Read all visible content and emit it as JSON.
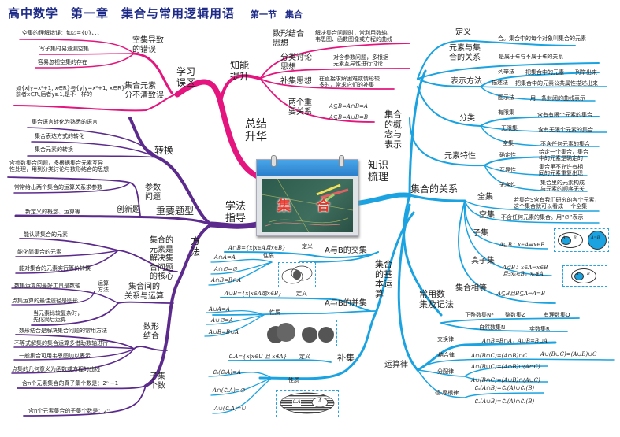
{
  "header": {
    "title": "高中数学　第一章　集合与常用逻辑用语",
    "subtitle": "第一节　集合"
  },
  "center": {
    "word1": "集",
    "word2": "合"
  },
  "colors": {
    "summary": "#e4157e",
    "method": "#5b2a8c",
    "knowledge": "#1aa3e0",
    "title": "#1d2a86"
  },
  "summary": {
    "label": "总结\n升华",
    "mistakes": {
      "label": "学习\n误区",
      "empty_set": {
        "label": "空集导致\n的错误",
        "items": [
          "空集的理解错误：如∅={0}、、、",
          "写子集时易遗漏空集",
          "容易忽视空集的存在"
        ]
      },
      "elements": {
        "label": "集合元素\n分不清致误",
        "item": "如{x|y=x²+1, x∈R}与{y|y=x²+1, x∈R}\n前者x∈R,后者y≥1,是不一样的"
      }
    },
    "ability": {
      "label": "知能\n提升",
      "items": [
        {
          "label": "数形结合\n思想",
          "desc": "解决集合问题时，常利用数轴、\n韦恩图、函数图像或方程的曲线"
        },
        {
          "label": "分类讨论\n思想",
          "desc": "对含参数问题，多根据\n元素互异性进行讨论"
        },
        {
          "label": "补集思想",
          "desc": "在直接求解困难或情形较\n多时，常求它们的补集"
        },
        {
          "label": "两个重\n要关系",
          "desc": "A⊆B⇔A∩B=A",
          "desc2": "A⊆B⇔A∪B=B"
        }
      ]
    }
  },
  "method": {
    "label": "学法\n指导",
    "conversion": {
      "label": "转换",
      "items": [
        "集合语言转化为熟悉的语言",
        "集合表达方式的转化",
        "集合元素的转换"
      ]
    },
    "types": {
      "label": "重要题型",
      "param": {
        "label": "参数\n问题",
        "items": [
          "含参数集合问题，多根据集合元素互异\n性处理，用到分类讨论与数形结合的思想",
          "常常给出两个集合的运算关系求参数"
        ]
      },
      "innovation": {
        "label": "创新题",
        "item": "新定义的概念、运算等"
      }
    },
    "methods": {
      "label": "方\n法",
      "core": {
        "label": "集合的\n元素是\n解决集\n合问题\n的核心",
        "items": [
          "能认清集合的元素",
          "能化简集合的元素",
          "能对集合的元素实行等价转换"
        ]
      },
      "relation": {
        "label": "集合间的\n关系与运算",
        "sub_label": "运算\n方法",
        "sub_items": [
          "数集运算的最好工具是数轴",
          "点集运算的最佳途径是图形"
        ],
        "item": "当元素比较复杂时，\n先化简后运算"
      },
      "graph": {
        "label": "数形\n结合",
        "items": [
          "数形结合是解决集合问题的常用方法",
          "不等式解集的集合运算多借助数轴进行",
          "一般集合可用韦恩图加以表示",
          "点集的几何意义为函数或方程的曲线"
        ]
      },
      "subsets": {
        "label": "子集\n个数",
        "items": [
          "含n个元素集合的真子集个数是：2ⁿ −1",
          "含n个元素集合的子集个数是：2ⁿ"
        ]
      }
    }
  },
  "knowledge": {
    "label": "知识\n梳理",
    "concept": {
      "label": "集合\n的概\n念与\n表示",
      "definition": {
        "label": "定义",
        "desc": "合。集合中的每个对象叫集合的元素"
      },
      "membership": {
        "label": "元素与集\n合的关系",
        "desc": "是属于∈与不属于∉的关系"
      },
      "representation": {
        "label": "表示方法",
        "items": [
          {
            "label": "列举法",
            "desc": "把集合中的元素一一列举出来"
          },
          {
            "label": "描述法",
            "desc": "把集合中的元素公共属性描述出来"
          },
          {
            "label": "图示法",
            "desc": "用一条封闭的曲线表示"
          }
        ]
      },
      "classification": {
        "label": "分类",
        "items": [
          {
            "label": "有限集",
            "desc": "含有有限个元素的集合"
          },
          {
            "label": "无限集",
            "desc": "含有无限个元素的集合"
          },
          {
            "label": "空集",
            "desc": "不含任何元素的集合"
          }
        ]
      },
      "properties": {
        "label": "元素特性",
        "items": [
          {
            "label": "确定性",
            "desc": "给定一个集合，集合\n中的元素是确定的"
          },
          {
            "label": "互异性",
            "desc": "集合里不允许有相\n同的元素重复出现"
          },
          {
            "label": "无序性",
            "desc": "集合里的元素构成\n与元素的顺序无关"
          }
        ]
      }
    },
    "relations": {
      "label": "集合的关系",
      "universal": {
        "label": "全集",
        "desc": "若集合S含有我们研究的各个元素，\n这个集合就可以看成 一个全集"
      },
      "empty": {
        "label": "空集",
        "desc": "不含任何元素的集合。用“∅”表示"
      },
      "subset": {
        "label": "子集",
        "desc": "A⊆B：x∈A⇒x∈B",
        "venn_a": "A",
        "venn_b": "B",
        "venn_eq": "A=B"
      },
      "proper": {
        "label": "真子集",
        "desc": "A⊊B：x∈A⇒x∈B\n且∃x₀∈B，x₀∉A",
        "venn_a": "A",
        "venn_b": "B"
      },
      "equal": {
        "label": "集合相等",
        "desc": "A⊆B且B⊆A⇔A=B"
      }
    },
    "number_sets": {
      "label": "常用数\n集及记法",
      "items": [
        "正整数集N*",
        "整数集Z",
        "有理数集Q",
        "自然数集N",
        "实数集R"
      ]
    },
    "operations": {
      "label": "集合\n的基\n本运\n算",
      "intersection": {
        "label": "A与B的交集",
        "def_label": "定义",
        "def": "A∩B={x|x∈A且x∈B}",
        "prop_label": "性质",
        "props": [
          "A∩A=A",
          "A∩∅=∅",
          "A∩B=B∩A"
        ]
      },
      "union": {
        "label": "A与B的并集",
        "def_label": "定义",
        "def": "A∪B={x|x∈A或x∈B}",
        "prop_label": "性质",
        "props": [
          "A∪A=A",
          "A∪∅=A",
          "A∪B=B∪A"
        ]
      },
      "complement": {
        "label": "补集",
        "def_label": "定义",
        "def": "∁ᵤA={x|x∈U 且 x∉A}",
        "prop_label": "性质",
        "props": [
          "∁ᵤ(∁ᵤA)=A",
          "A∩(∁ᵤA)=∅",
          "A∪(∁ᵤA)=U"
        ],
        "venn_cu": "∁ᵤA",
        "venn_a": "A"
      }
    },
    "laws": {
      "label": "运算律",
      "items": [
        {
          "label": "交换律",
          "f1": "A∩B=B∩A，A∪B=B∪A"
        },
        {
          "label": "结合律",
          "f1": "A∩(B∩C)=(A∩B)∩C",
          "f2": "A∪(B∪C)=(A∪B)∪C"
        },
        {
          "label": "分配律",
          "f1": "A∩(B∪C)=(A∩B)∪(A∩C)",
          "f2": "A∪(B∩C)=(A∪B)∩(A∪C)"
        },
        {
          "label": "德·摩根律",
          "f1": "∁ᵤ(A∩B)=∁ᵤ(A)∪∁ᵤ(B)",
          "f2": "∁ᵤ(A∪B)=∁ᵤ(A)∩∁ᵤ(B)"
        }
      ]
    }
  }
}
